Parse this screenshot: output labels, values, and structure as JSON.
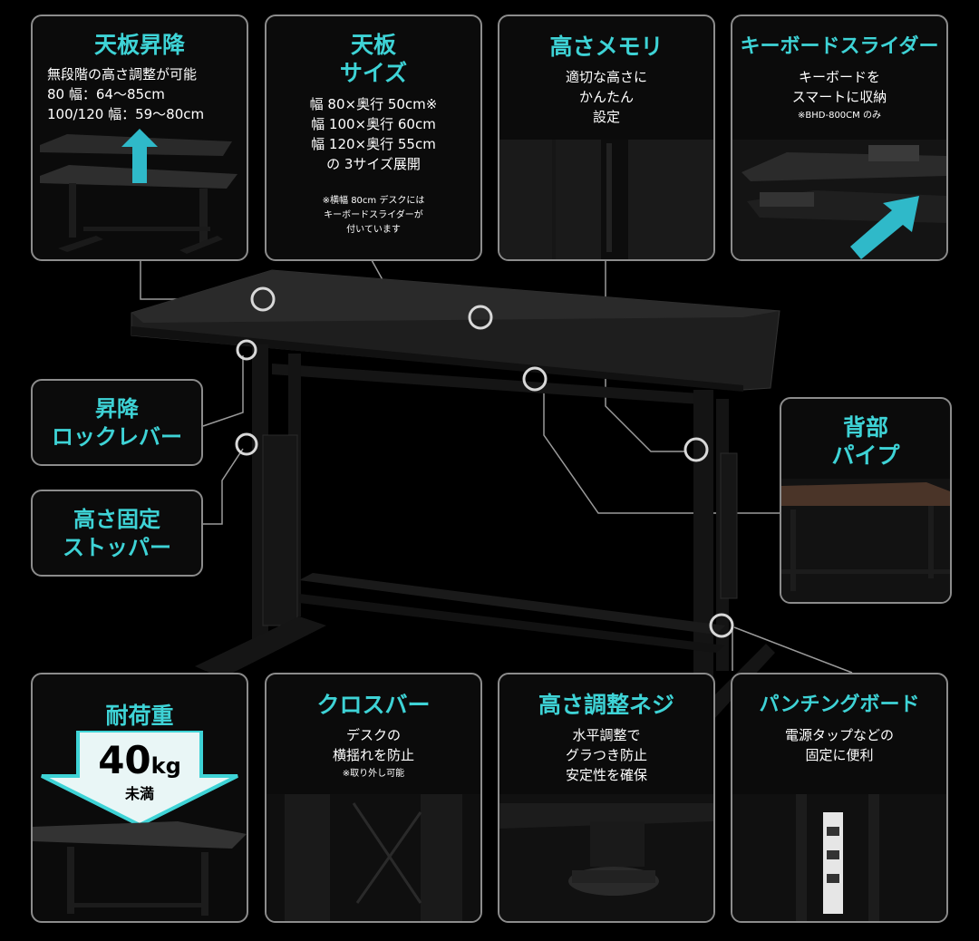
{
  "panels": {
    "tabletop_lift": {
      "title": "天板昇降",
      "lines": [
        "無段階の高さ調整が可能",
        "80 幅：64〜85cm",
        "100/120 幅：59〜80cm"
      ]
    },
    "tabletop_size": {
      "title": "天板\nサイズ",
      "lines": [
        "幅 80×奥行 50cm※",
        "幅 100×奥行 60cm",
        "幅 120×奥行 55cm",
        "の 3サイズ展開"
      ],
      "note": "※横幅 80cm デスクには\nキーボードスライダーが\n付いています"
    },
    "height_memory": {
      "title": "高さメモリ",
      "lines": [
        "適切な高さに",
        "かんたん",
        "設定"
      ]
    },
    "keyboard_slider": {
      "title": "キーボードスライダー",
      "lines": [
        "キーボードを",
        "スマートに収納"
      ],
      "note": "※BHD-800CM のみ"
    },
    "lift_lever": {
      "title": "昇降\nロックレバー"
    },
    "height_stopper": {
      "title": "高さ固定\nストッパー"
    },
    "back_pipe": {
      "title": "背部\nパイプ"
    },
    "load_capacity": {
      "title": "耐荷重",
      "value": "40",
      "unit": "kg",
      "suffix": "未満"
    },
    "crossbar": {
      "title": "クロスバー",
      "lines": [
        "デスクの",
        "横揺れを防止"
      ],
      "note": "※取り外し可能"
    },
    "leveler": {
      "title": "高さ調整ネジ",
      "lines": [
        "水平調整で",
        "グラつき防止",
        "安定性を確保"
      ]
    },
    "punching_board": {
      "title": "パンチングボード",
      "lines": [
        "電源タップなどの",
        "固定に便利"
      ]
    }
  }
}
